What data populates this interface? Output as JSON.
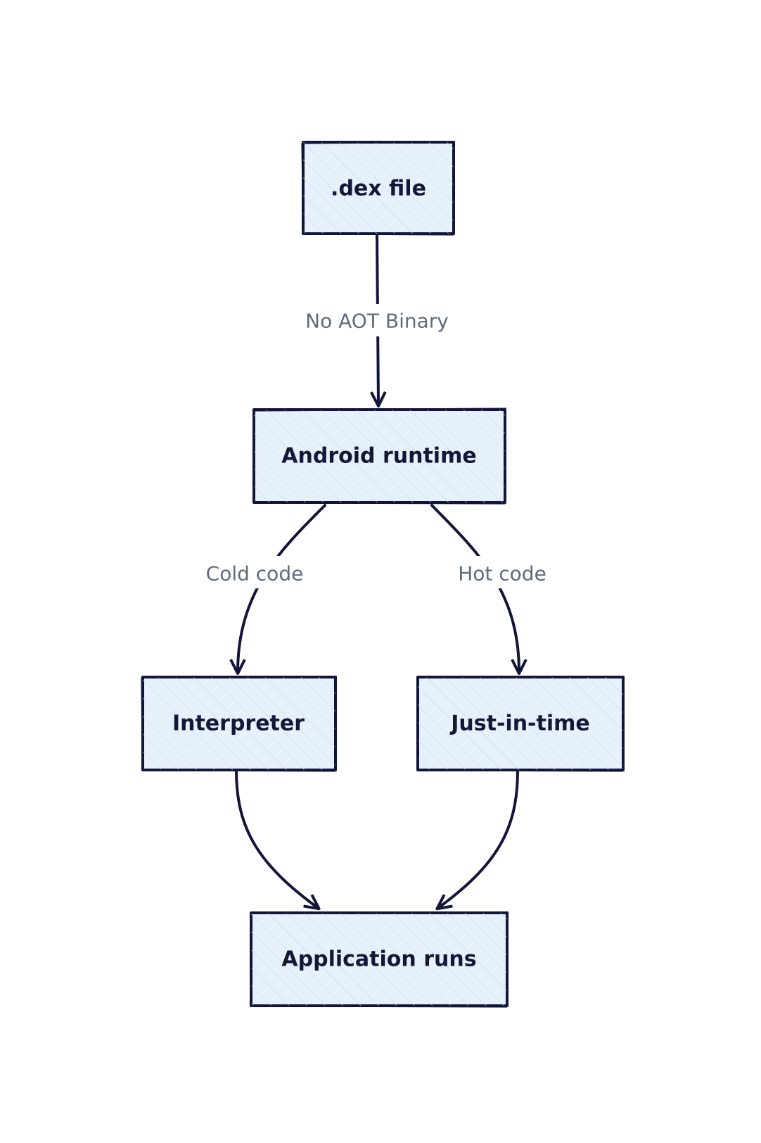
{
  "diagram": {
    "nodes": [
      {
        "id": "dex",
        "label": ".dex file"
      },
      {
        "id": "runtime",
        "label": "Android runtime"
      },
      {
        "id": "interpreter",
        "label": "Interpreter"
      },
      {
        "id": "jit",
        "label": "Just-in-time"
      },
      {
        "id": "app",
        "label": "Application runs"
      }
    ],
    "edges": [
      {
        "from": "dex",
        "to": "runtime",
        "label": "No AOT Binary"
      },
      {
        "from": "runtime",
        "to": "interpreter",
        "label": "Cold code"
      },
      {
        "from": "runtime",
        "to": "jit",
        "label": "Hot code"
      },
      {
        "from": "interpreter",
        "to": "app",
        "label": ""
      },
      {
        "from": "jit",
        "to": "app",
        "label": ""
      }
    ]
  },
  "colors": {
    "node_fill": "#e6f1fb",
    "stroke": "#12153a",
    "node_text": "#141735",
    "edge_label_text": "#62697d",
    "background": "#ffffff"
  }
}
